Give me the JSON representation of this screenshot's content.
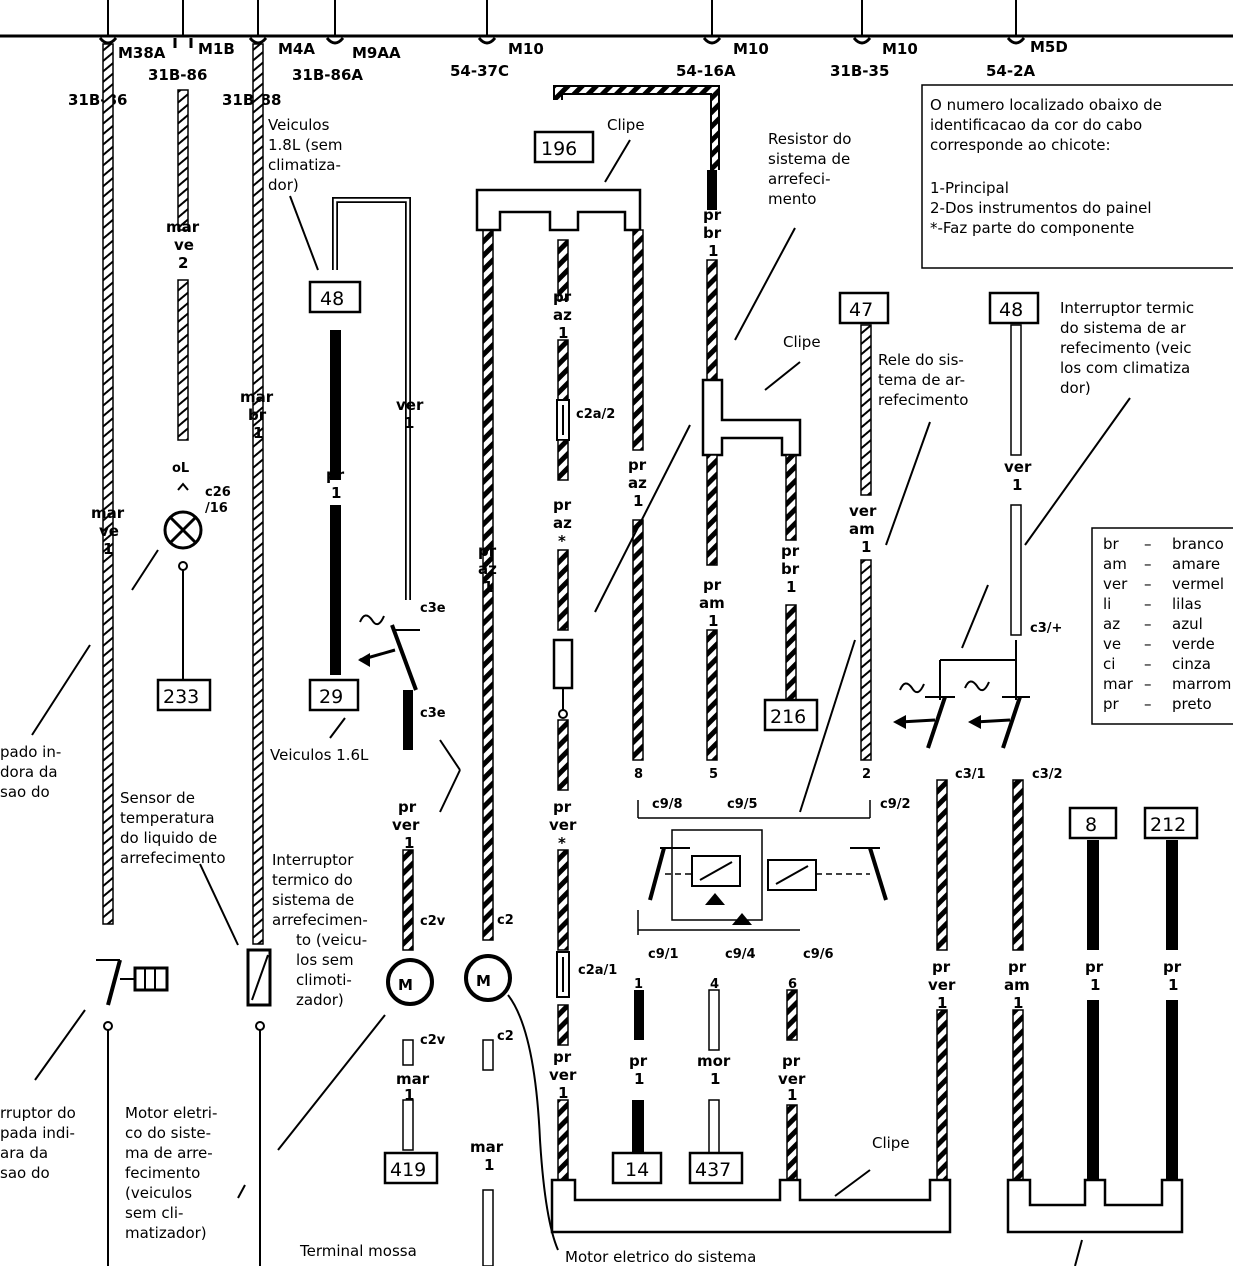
{
  "top_connectors": [
    {
      "code": "M38A",
      "ref": "31B-86"
    },
    {
      "code": "M1B",
      "ref": "31B-86"
    },
    {
      "code": "M4A",
      "ref": "31B-88"
    },
    {
      "code": "M9AA",
      "ref": "31B-86A"
    },
    {
      "code": "M10",
      "ref": "54-37C"
    },
    {
      "code": "M10",
      "ref": "54-16A"
    },
    {
      "code": "M10",
      "ref": "31B-35"
    },
    {
      "code": "M5D",
      "ref": "54-2A"
    }
  ],
  "info_box": [
    "O numero localizado obaixo de",
    "identificacao da cor do cabo",
    "corresponde ao chicote:",
    "",
    "1-Principal",
    "2-Dos instrumentos do painel",
    "*-Faz parte do componente"
  ],
  "color_legend": [
    {
      "abbr": "br",
      "name": "branco"
    },
    {
      "abbr": "am",
      "name": "amare"
    },
    {
      "abbr": "ver",
      "name": "vermel"
    },
    {
      "abbr": "li",
      "name": "lilas"
    },
    {
      "abbr": "az",
      "name": "azul"
    },
    {
      "abbr": "ve",
      "name": "verde"
    },
    {
      "abbr": "ci",
      "name": "cinza"
    },
    {
      "abbr": "mar",
      "name": "marrom"
    },
    {
      "abbr": "pr",
      "name": "preto"
    }
  ],
  "numbered_boxes": [
    "196",
    "48",
    "47",
    "48",
    "233",
    "29",
    "216",
    "8",
    "212",
    "419",
    "14",
    "437"
  ],
  "wire_labels": {
    "mar_ve_2": [
      "mar",
      "ve",
      "2"
    ],
    "mar_ve_1": [
      "mar",
      "ve",
      "1"
    ],
    "mar_br_1": [
      "mar",
      "br",
      "1"
    ],
    "pr_1": [
      "pr",
      "1"
    ],
    "ver_1": [
      "ver",
      "1"
    ],
    "pr_ver_1": [
      "pr",
      "ver",
      "1"
    ],
    "pr_az_1_a": [
      "pr",
      "az",
      "1"
    ],
    "pr_az_1_b": [
      "pr",
      "az",
      "1"
    ],
    "pr_az_star": [
      "pr",
      "az",
      "*"
    ],
    "pr_az_1_c": [
      "pr",
      "az",
      "1"
    ],
    "pr_ver_star": [
      "pr",
      "ver",
      "*"
    ],
    "pr_br_1_a": [
      "pr",
      "br",
      "1"
    ],
    "pr_am_1": [
      "pr",
      "am",
      "1"
    ],
    "pr_br_1_b": [
      "pr",
      "br",
      "1"
    ],
    "ver_am_1": [
      "ver",
      "am",
      "1"
    ],
    "ver_1_b": [
      "ver",
      "1"
    ],
    "mar_1": [
      "mar",
      "1"
    ],
    "mar_1_b": [
      "mar",
      "1"
    ],
    "pr_1_c": [
      "pr",
      "1"
    ],
    "mor_1": [
      "mor",
      "1"
    ],
    "pr_ver_1_c": [
      "pr",
      "ver",
      "1"
    ],
    "pr_ver_1_d": [
      "pr",
      "ver",
      "1"
    ],
    "pr_ver_1_e": [
      "pr",
      "ver",
      "1"
    ],
    "pr_am_1_b": [
      "pr",
      "am",
      "1"
    ],
    "pr_1_d": [
      "pr",
      "1"
    ],
    "pr_1_e": [
      "pr",
      "1"
    ]
  },
  "pin_labels": {
    "oL": "oL",
    "c26": "c26",
    "c26b": "/16",
    "c3e": "c3e",
    "c3e2": "c3e",
    "c2v": "c2v",
    "c2v2": "c2v",
    "c2": "c2",
    "c2b": "c2",
    "c2a2": "c2a/2",
    "c2a1": "c2a/1",
    "c98": "c9/8",
    "c95": "c9/5",
    "c92": "c9/2",
    "c91": "c9/1",
    "c94": "c9/4",
    "c96": "c9/6",
    "c31": "c3/1",
    "c32": "c3/2",
    "c3p": "c3/+",
    "n8": "8",
    "n5": "5",
    "n2": "2",
    "n1": "1",
    "n4": "4",
    "n6": "6"
  },
  "annotations": {
    "veiculos_18": [
      "Veiculos",
      "1.8L (sem",
      "climatiza-",
      "dor)"
    ],
    "clipe_top": "Clipe",
    "resistor": [
      "Resistor do",
      "sistema de",
      "arrefeci-",
      "mento"
    ],
    "clipe_mid": "Clipe",
    "rele": [
      "Rele do sis-",
      "tema de ar-",
      "refecimento"
    ],
    "interruptor_right": [
      "Interruptor termic",
      "do sistema de ar",
      "refecimento (veic",
      "los com climatiza",
      "dor)"
    ],
    "lampada": [
      "pado in-",
      "dora da",
      "sao do"
    ],
    "sensor": [
      "Sensor de",
      "temperatura",
      "do liquido de",
      "arrefecimento"
    ],
    "veiculos_16": "Veiculos 1.6L",
    "interruptor_mid": [
      "Interruptor",
      "termico do",
      "sistema de",
      "arrefecimen-",
      "to (veicu-",
      "los sem",
      "climoti-",
      "zador)"
    ],
    "interruptor_left": [
      "rruptor do",
      "pada indi-",
      "ara da",
      "sao do"
    ],
    "motor_left": [
      "Motor eletri-",
      "co do siste-",
      "ma de arre-",
      "fecimento",
      "(veiculos",
      "sem cli-",
      "matizador)"
    ],
    "terminal": "Terminal mossa",
    "clipe_bottom": "Clipe",
    "motor_bottom": "Motor eletrico do sistema",
    "m_left": "M",
    "m_right": "M"
  }
}
